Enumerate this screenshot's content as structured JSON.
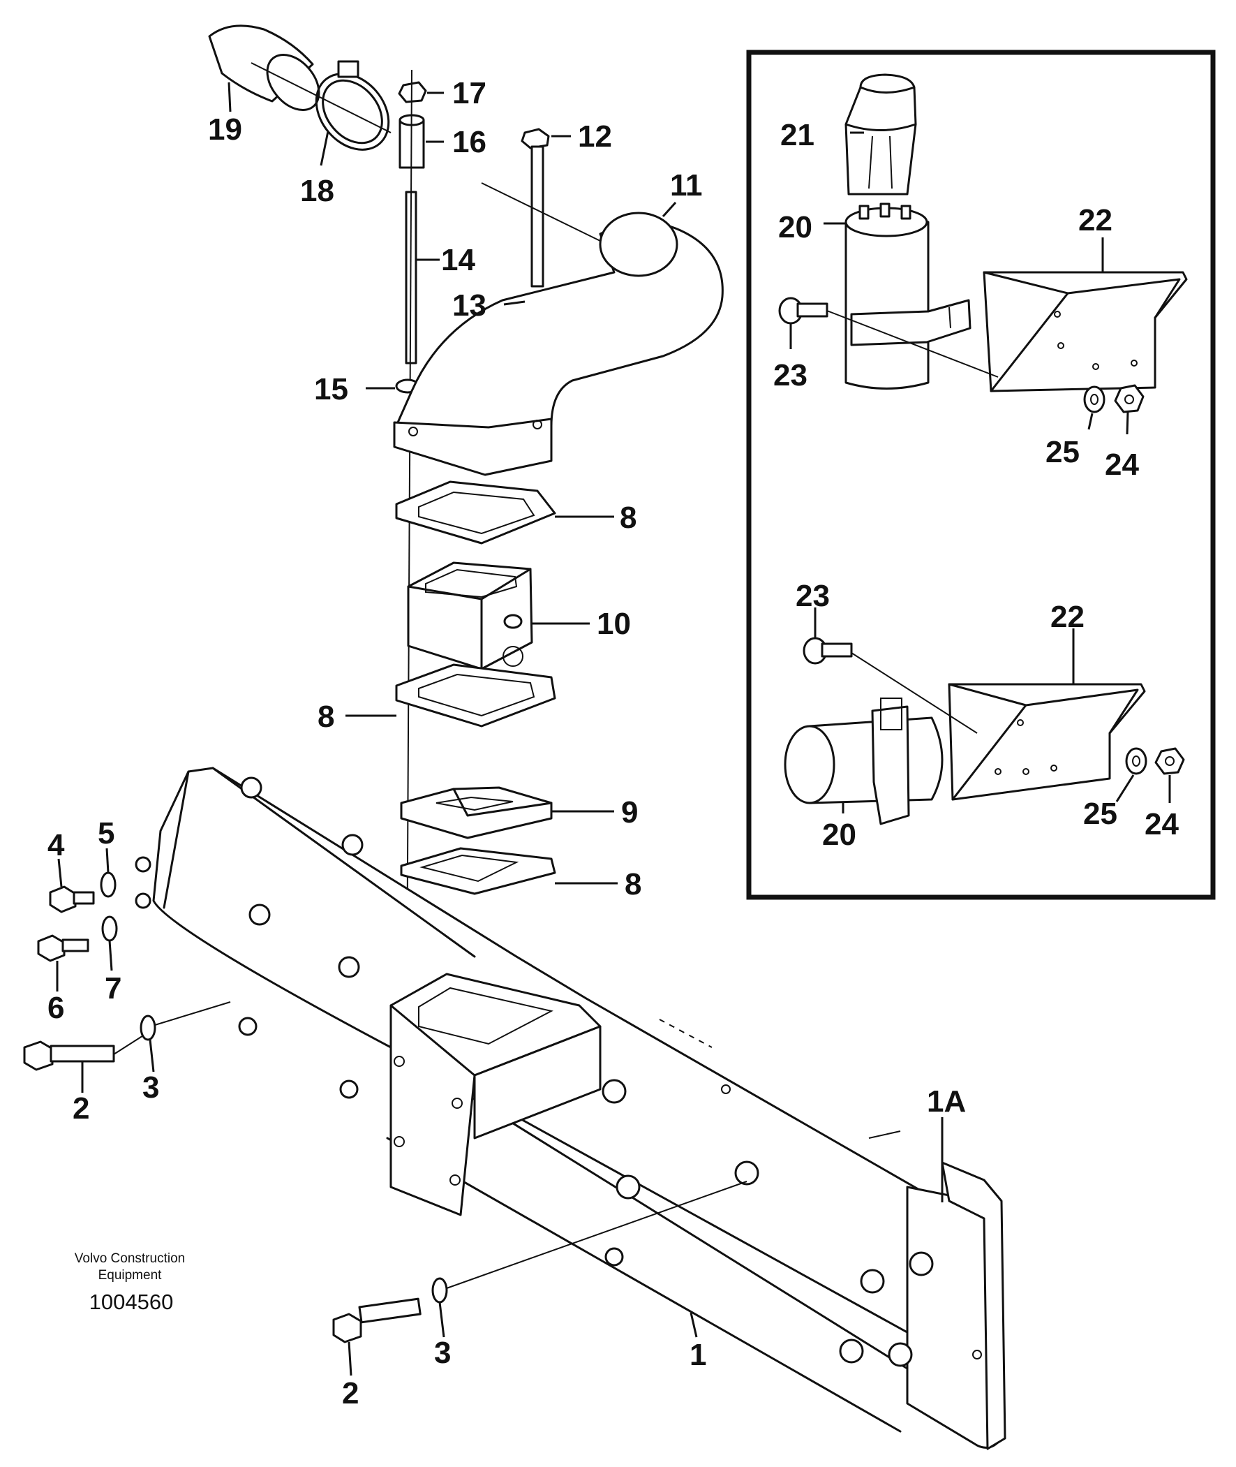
{
  "callouts": {
    "p1": "1",
    "p1a": "1A",
    "p2a": "2",
    "p2b": "2",
    "p3a": "3",
    "p3b": "3",
    "p4": "4",
    "p5": "5",
    "p6": "6",
    "p7": "7",
    "p8a": "8",
    "p8b": "8",
    "p8c": "8",
    "p9": "9",
    "p10": "10",
    "p11": "11",
    "p12": "12",
    "p13": "13",
    "p14": "14",
    "p15": "15",
    "p16": "16",
    "p17": "17",
    "p18": "18",
    "p19": "19",
    "p20a": "20",
    "p20b": "20",
    "p21": "21",
    "p22a": "22",
    "p22b": "22",
    "p23a": "23",
    "p23b": "23",
    "p24a": "24",
    "p24b": "24",
    "p25a": "25",
    "p25b": "25"
  },
  "credit": {
    "line1": "Volvo Construction",
    "line2": "Equipment",
    "doc_number": "1004560"
  }
}
